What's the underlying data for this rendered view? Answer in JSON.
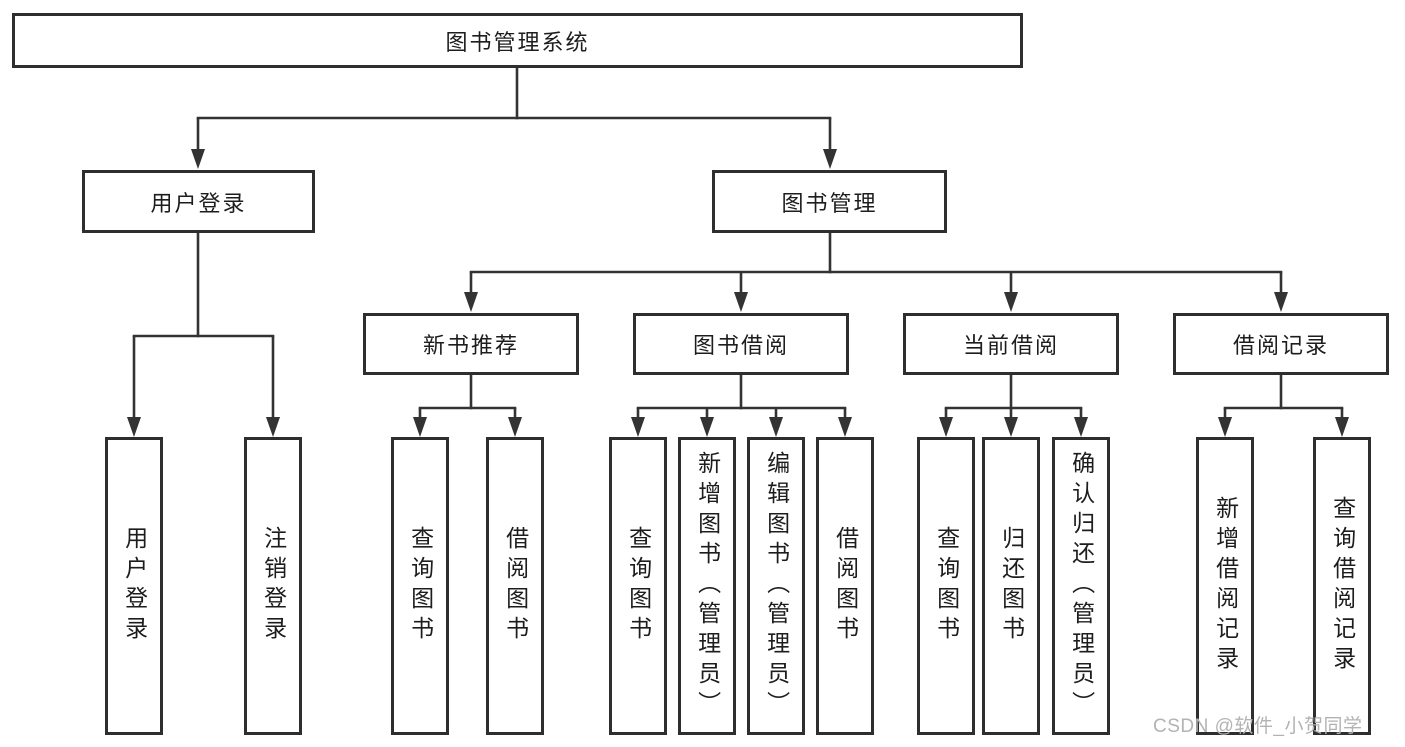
{
  "colors": {
    "line": "#333333",
    "box_border": "#2e2e2e",
    "text": "#1d1d1d",
    "watermark": "#b3b3b3",
    "background": "#ffffff"
  },
  "watermark": {
    "text": "CSDN @软件_小贺同学"
  },
  "tree": {
    "label": "图书管理系统",
    "children": [
      {
        "label": "用户登录",
        "children": [
          {
            "label": "用户登录"
          },
          {
            "label": "注销登录"
          }
        ]
      },
      {
        "label": "图书管理",
        "children": [
          {
            "label": "新书推荐",
            "children": [
              {
                "label": "查询图书"
              },
              {
                "label": "借阅图书"
              }
            ]
          },
          {
            "label": "图书借阅",
            "children": [
              {
                "label": "查询图书"
              },
              {
                "label": "新增图书（管理员）"
              },
              {
                "label": "编辑图书（管理员）"
              },
              {
                "label": "借阅图书"
              }
            ]
          },
          {
            "label": "当前借阅",
            "children": [
              {
                "label": "查询图书"
              },
              {
                "label": "归还图书"
              },
              {
                "label": "确认归还（管理员）"
              }
            ]
          },
          {
            "label": "借阅记录",
            "children": [
              {
                "label": "新增借阅记录"
              },
              {
                "label": "查询借阅记录"
              }
            ]
          }
        ]
      }
    ]
  }
}
